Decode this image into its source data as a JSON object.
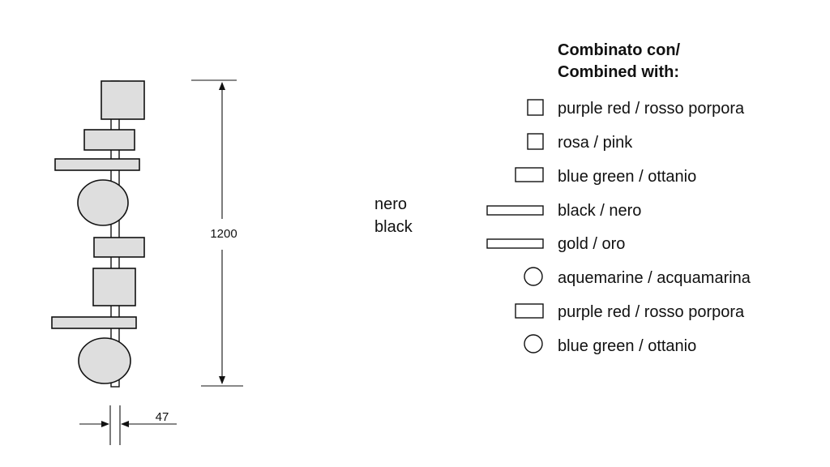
{
  "diagram": {
    "dimension_height": "1200",
    "dimension_width": "47"
  },
  "finish": {
    "line1": "nero",
    "line2": "black"
  },
  "legend": {
    "title_line1": "Combinato con/",
    "title_line2": "Combined with:",
    "items": [
      {
        "shape": "square",
        "label": "purple red / rosso porpora"
      },
      {
        "shape": "square",
        "label": "rosa / pink"
      },
      {
        "shape": "rectangle",
        "label": "blue green / ottanio"
      },
      {
        "shape": "bar",
        "label": "black / nero"
      },
      {
        "shape": "bar",
        "label": "gold / oro"
      },
      {
        "shape": "circle",
        "label": "aquemarine / acquamarina"
      },
      {
        "shape": "rectangle",
        "label": "purple red / rosso porpora"
      },
      {
        "shape": "circle",
        "label": "blue green / ottanio"
      }
    ]
  },
  "colors": {
    "shape_fill": "#dedede",
    "stroke": "#111111",
    "background": "#ffffff"
  }
}
